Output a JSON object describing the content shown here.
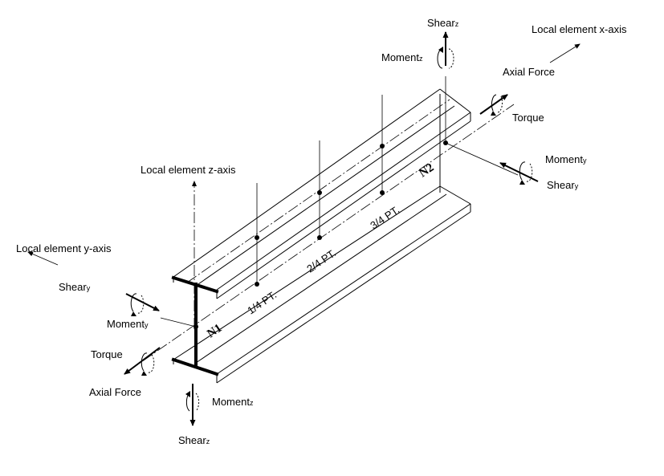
{
  "labels": {
    "local_x_axis": "Local element x-axis",
    "local_y_axis": "Local element y-axis",
    "local_z_axis": "Local element z-axis",
    "shear": "Shear",
    "moment": "Moment",
    "axial_force": "Axial Force",
    "torque": "Torque",
    "sub_y": "y",
    "sub_z": "z"
  },
  "nodes": {
    "start": "N1",
    "end": "N2"
  },
  "points": {
    "quarter": "1/4 PT.",
    "half": "2/4 PT.",
    "three_quarter": "3/4 PT."
  }
}
